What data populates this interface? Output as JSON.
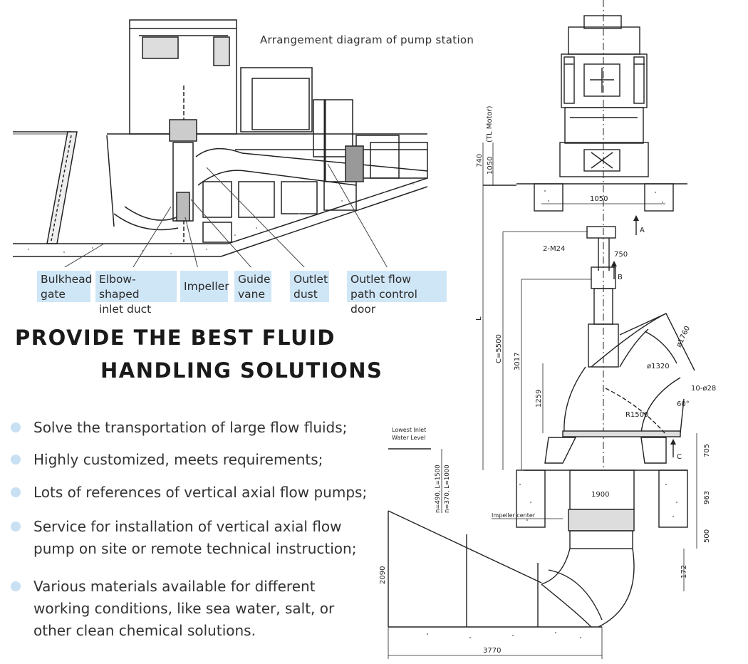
{
  "diagram_title": "Arrangement diagram of pump station",
  "component_labels": [
    {
      "line1": "Bulkhead",
      "line2": "gate"
    },
    {
      "line1": "Elbow-shaped",
      "line2": "inlet duct"
    },
    {
      "line1": "Impeller",
      "line2": ""
    },
    {
      "line1": "Guide",
      "line2": "vane"
    },
    {
      "line1": "Outlet",
      "line2": "dust"
    },
    {
      "line1": "Outlet flow",
      "line2": "path control door"
    }
  ],
  "headline": {
    "line1": "PROVIDE THE BEST FLUID",
    "line2": "HANDLING SOLUTIONS"
  },
  "features": [
    {
      "line1": "Solve the transportation of large flow fluids;"
    },
    {
      "line1": "Highly customized, meets requirements;"
    },
    {
      "line1": "Lots of references of vertical axial flow pumps;"
    },
    {
      "line1": "Service for installation of vertical axial flow",
      "line2": "pump on site or remote technical instruction;"
    },
    {
      "line1": "Various materials available for different",
      "line2": "working conditions, like sea water, salt, or",
      "line3": "other clean chemical solutions."
    }
  ],
  "drawing_annotations": {
    "motor": "(TL Motor)",
    "d740": "740",
    "d1050v": "1050",
    "d1050h": "1050",
    "bolt": "2-M24",
    "d750": "750",
    "secA": "A",
    "secB": "B",
    "secC": "C",
    "L": "L",
    "c5500": "C=5500",
    "d3017": "3017",
    "d1259": "1259",
    "phi1760": "ø1760",
    "phi1320": "ø1320",
    "holes": "10-ø28",
    "r1500": "R1500",
    "deg60": "60°",
    "d705": "705",
    "d1900": "1900",
    "d963": "963",
    "d500": "500",
    "d172": "172",
    "d2090": "2090",
    "d3770": "3770",
    "lowest_l1": "Lowest Inlet",
    "lowest_l2": "Water Level",
    "n1": "n=490, L=1500",
    "n2": "n=370, L=1000",
    "impeller_center": "Impeller center"
  }
}
